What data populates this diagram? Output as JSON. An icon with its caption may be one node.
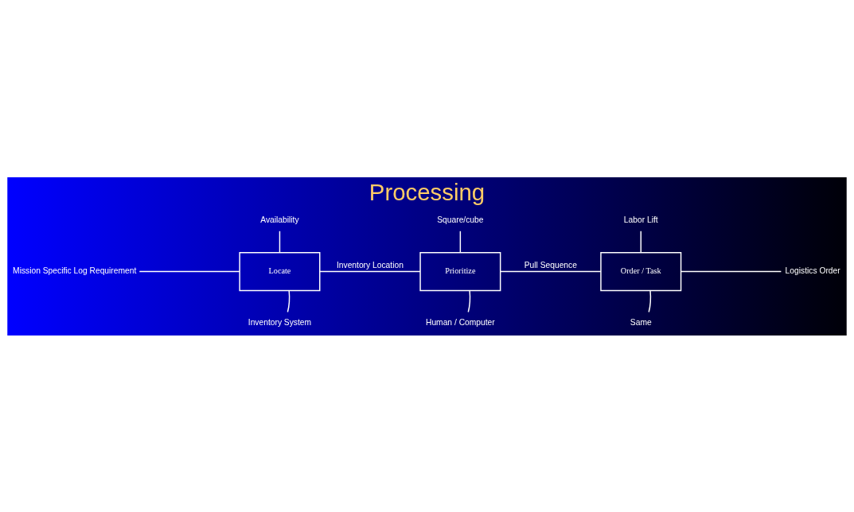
{
  "diagram": {
    "title": "Processing",
    "nodes": [
      {
        "text": [
          "Mission Specific Log Requirement"
        ]
      },
      {
        "text": [
          "Availability"
        ]
      },
      {
        "text": [
          "Locate"
        ]
      },
      {
        "text": [
          "Inventory System"
        ]
      },
      {
        "text": [
          "Square/cube"
        ]
      },
      {
        "text": [
          "Prioritize"
        ]
      },
      {
        "text": [
          "Human / Computer"
        ]
      },
      {
        "text": [
          "Labor Lift"
        ]
      },
      {
        "text": [
          "Order / Task"
        ]
      },
      {
        "text": [
          "Same"
        ]
      },
      {
        "text": [
          "Logistics Order"
        ]
      }
    ],
    "edges": [
      {
        "from": 0,
        "to": 2,
        "arrow": "none"
      },
      {
        "from": 1,
        "to": 2,
        "arrow": "none"
      },
      {
        "from": 3,
        "to": 2,
        "arrow": "none"
      },
      {
        "from": 2,
        "to": 5,
        "arrow": "none",
        "label": "Inventory Location"
      },
      {
        "from": 4,
        "to": 5,
        "arrow": "none"
      },
      {
        "from": 6,
        "to": 5,
        "arrow": "none"
      },
      {
        "from": 5,
        "to": 8,
        "arrow": "none",
        "label": "Pull Sequence"
      },
      {
        "from": 7,
        "to": 8,
        "arrow": "none"
      },
      {
        "from": 9,
        "to": 8,
        "arrow": "none"
      },
      {
        "from": 8,
        "to": 10,
        "arrow": "none"
      }
    ]
  }
}
